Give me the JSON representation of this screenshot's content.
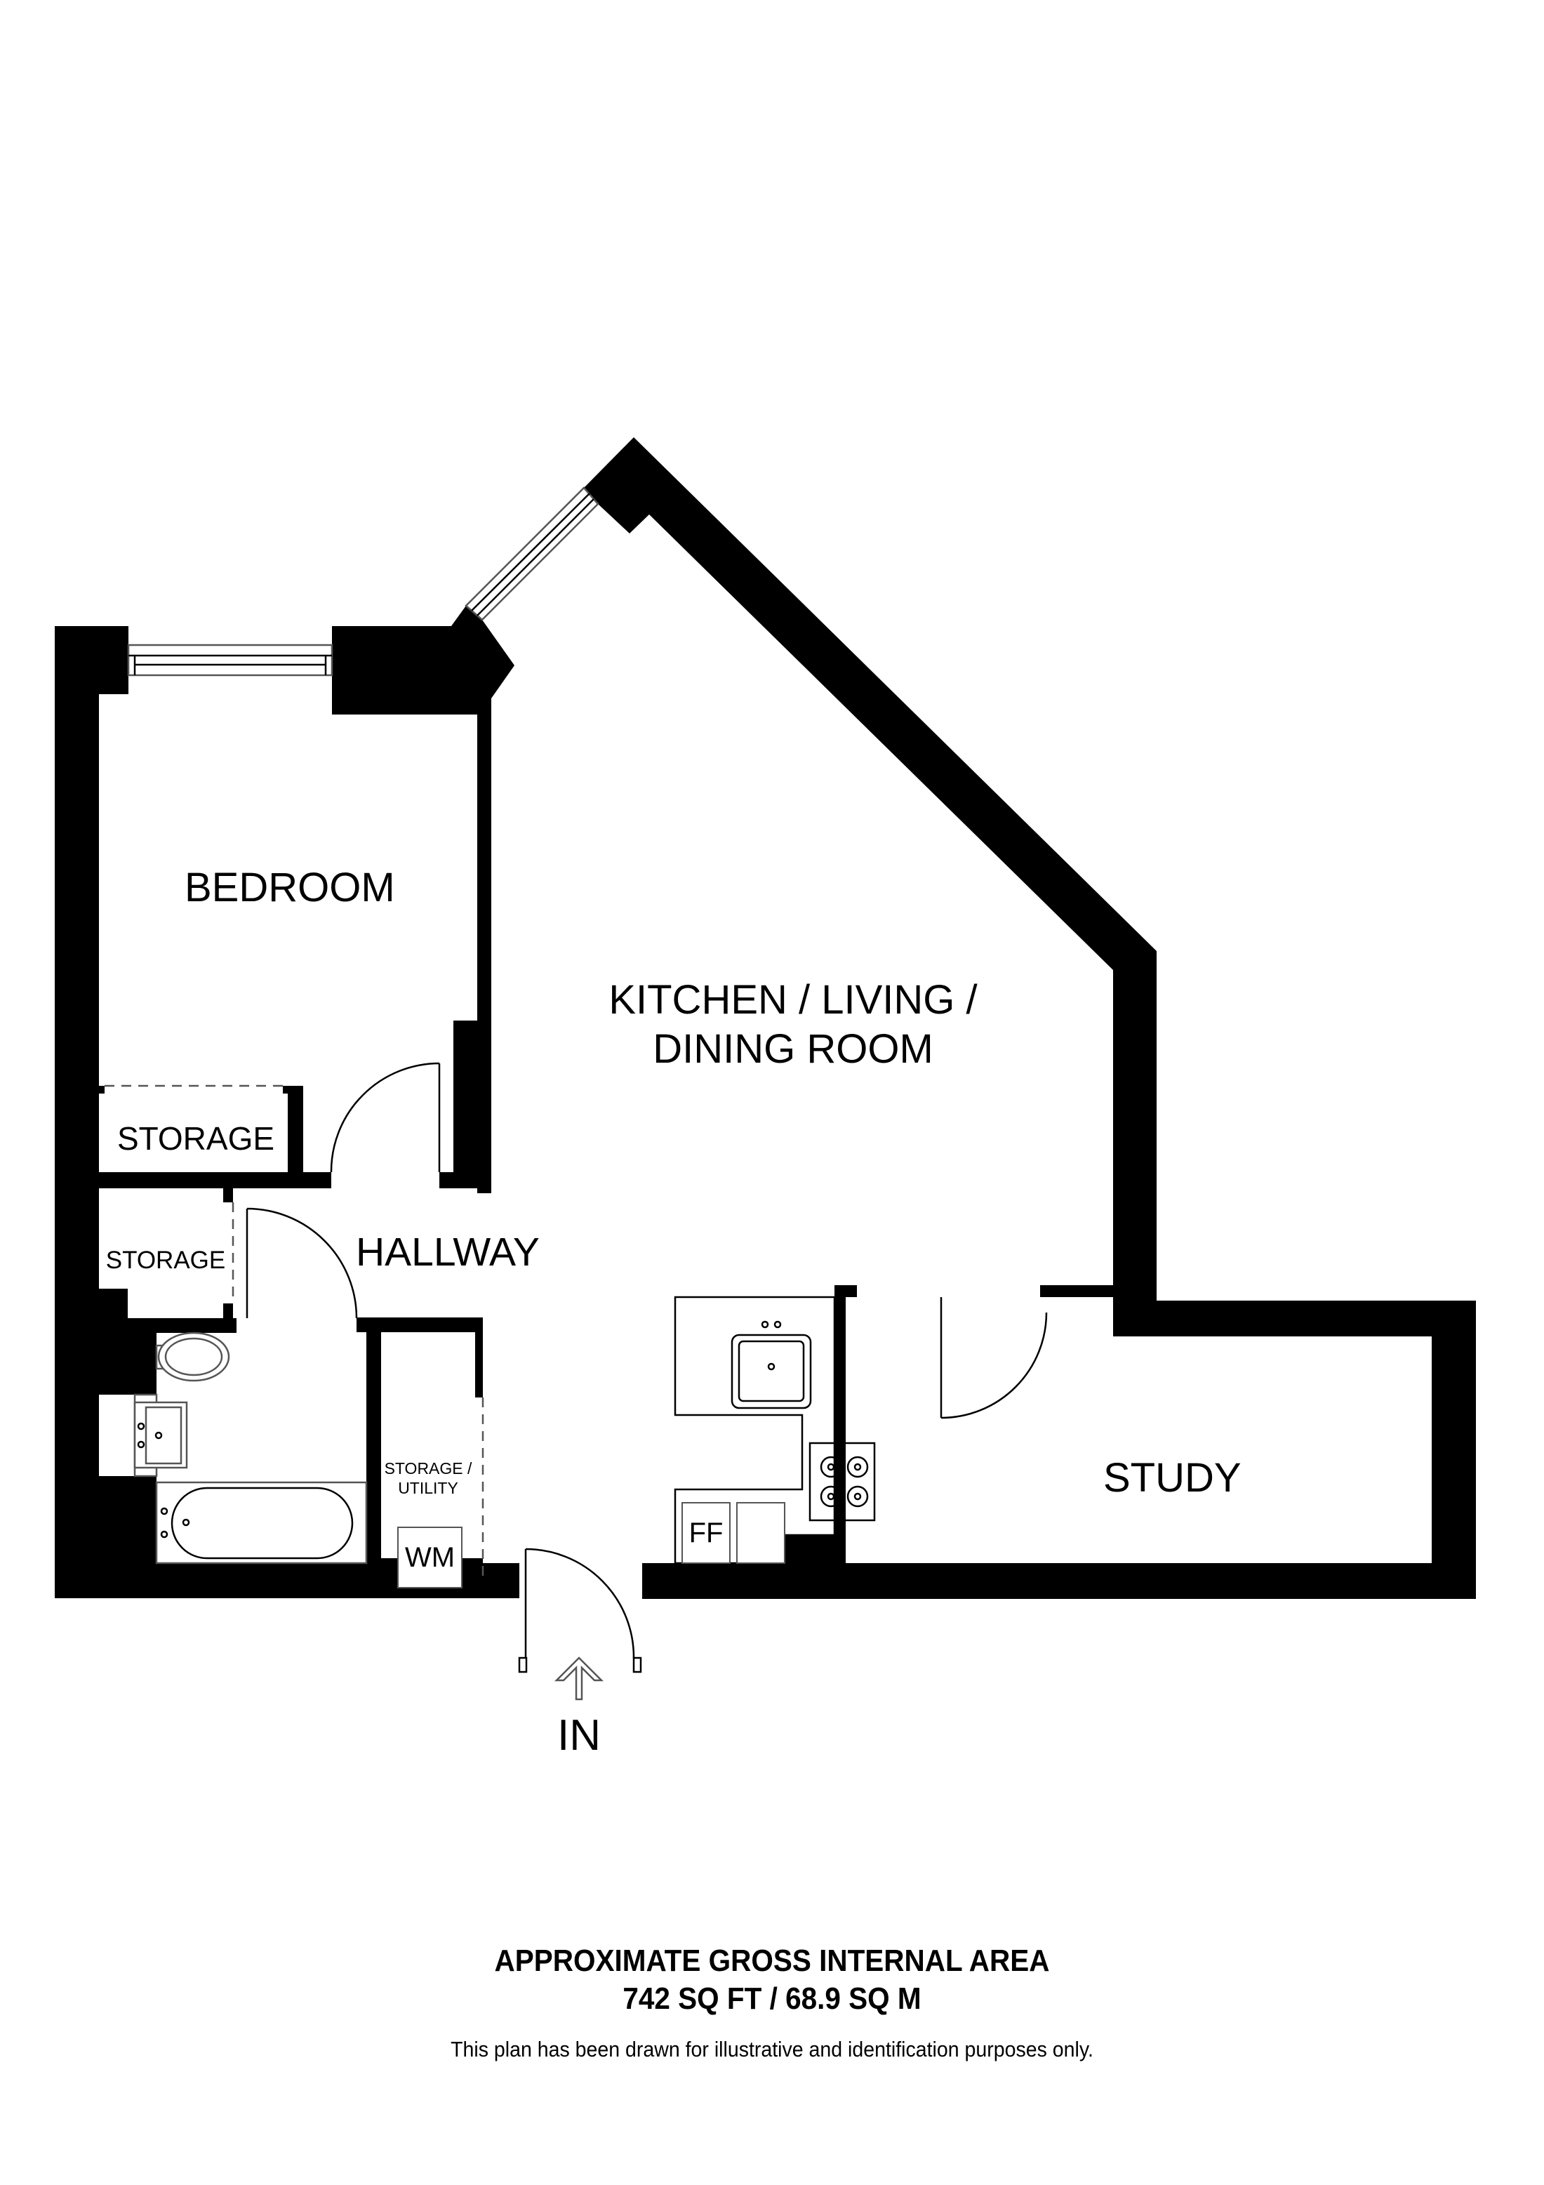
{
  "rooms": {
    "bedroom": "BEDROOM",
    "kitchen_line1": "KITCHEN / LIVING /",
    "kitchen_line2": "DINING ROOM",
    "storage_upper": "STORAGE",
    "storage_lower": "STORAGE",
    "hallway": "HALLWAY",
    "storage_utility_line1": "STORAGE /",
    "storage_utility_line2": "UTILITY",
    "washing_machine": "WM",
    "fridge_freezer": "FF",
    "study": "STUDY"
  },
  "entrance": {
    "label": "IN",
    "icon": "up-arrow-icon"
  },
  "footer": {
    "title": "APPROXIMATE GROSS INTERNAL AREA",
    "area": "742 SQ FT / 68.9 SQ M",
    "disclaimer": "This plan has been drawn for illustrative and identification purposes only."
  },
  "colors": {
    "wall": "#000000",
    "background": "#ffffff",
    "fixture_line": "#000000"
  }
}
